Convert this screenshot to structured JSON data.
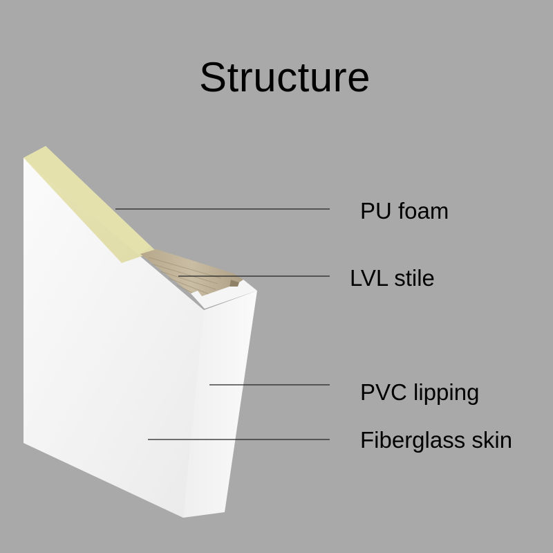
{
  "title": "Structure",
  "labels": {
    "pu_foam": "PU foam",
    "lvl_stile": "LVL stile",
    "pvc_lipping": "PVC lipping",
    "fiberglass_skin": "Fiberglass skin"
  },
  "colors": {
    "background": "#a9a9a9",
    "foam": "#e6e3b4",
    "skin": "#f7f7f7",
    "lvl": "#b9ab8f",
    "leader_line": "#222222"
  }
}
